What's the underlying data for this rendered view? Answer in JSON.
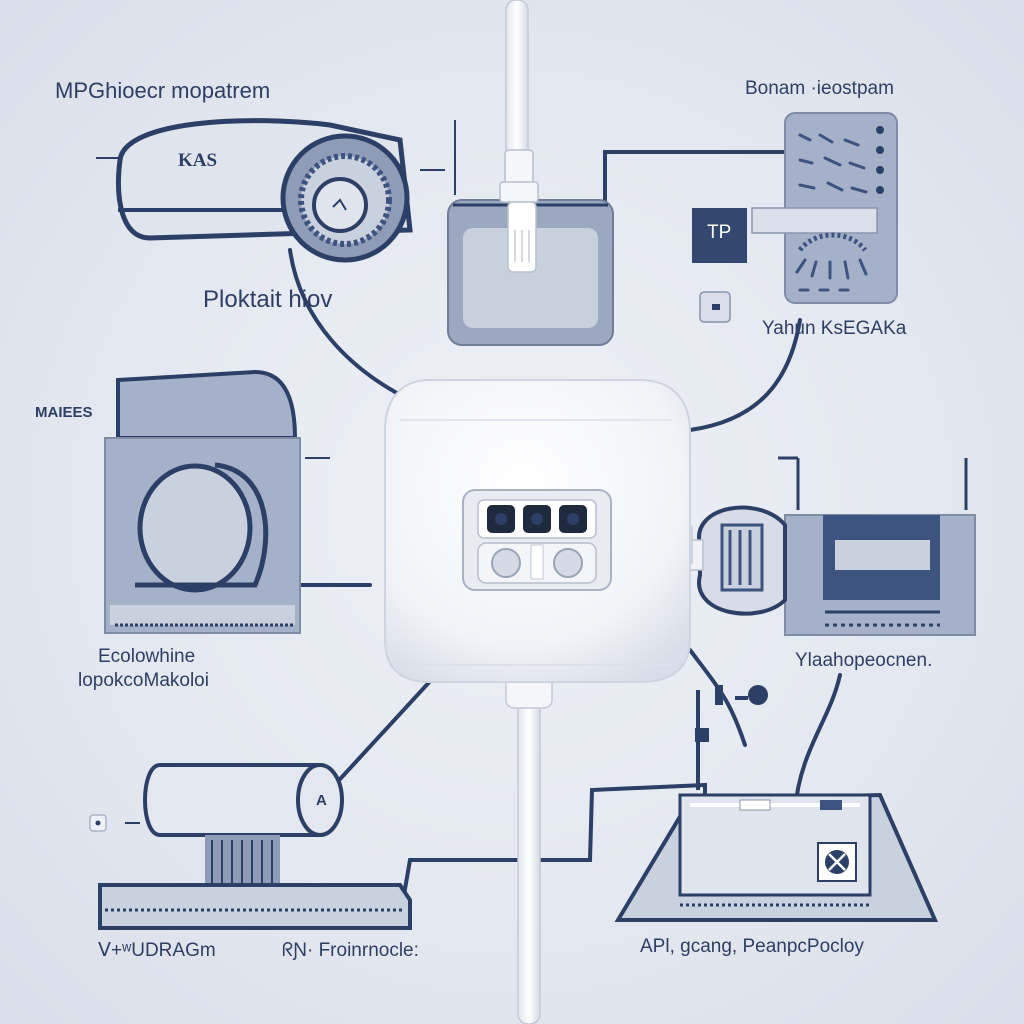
{
  "labels": {
    "top_left_title": "MPGhioecr mopatrem",
    "top_right_title": "Bonam ·ieostpam",
    "camera_tag": "KAS",
    "camera_caption": "Ploktait hiov",
    "panel_badge": "TP",
    "panel_caption": "Yahun KsEGAKa",
    "left_mid_tag": "MAIEES",
    "left_mid_caption_1": "Ecolowhine",
    "left_mid_caption_2": "lopokcoMakoloi",
    "right_mid_caption": "Ylaahopeocnen.",
    "roller_tag": "A",
    "bottom_left_caption_1": "ᐯ+ʷUDRAGm",
    "bottom_left_caption_2": "ᖇƝ· Froinrnocle:",
    "bottom_right_caption": "APl, gcang, PeanpcPocloy"
  },
  "colors": {
    "line": "#2c3f66",
    "fill_dark": "#3d5380",
    "fill_mid": "#9eabc4",
    "fill_light": "#c9d1e0",
    "device": "#f7f8fb"
  }
}
